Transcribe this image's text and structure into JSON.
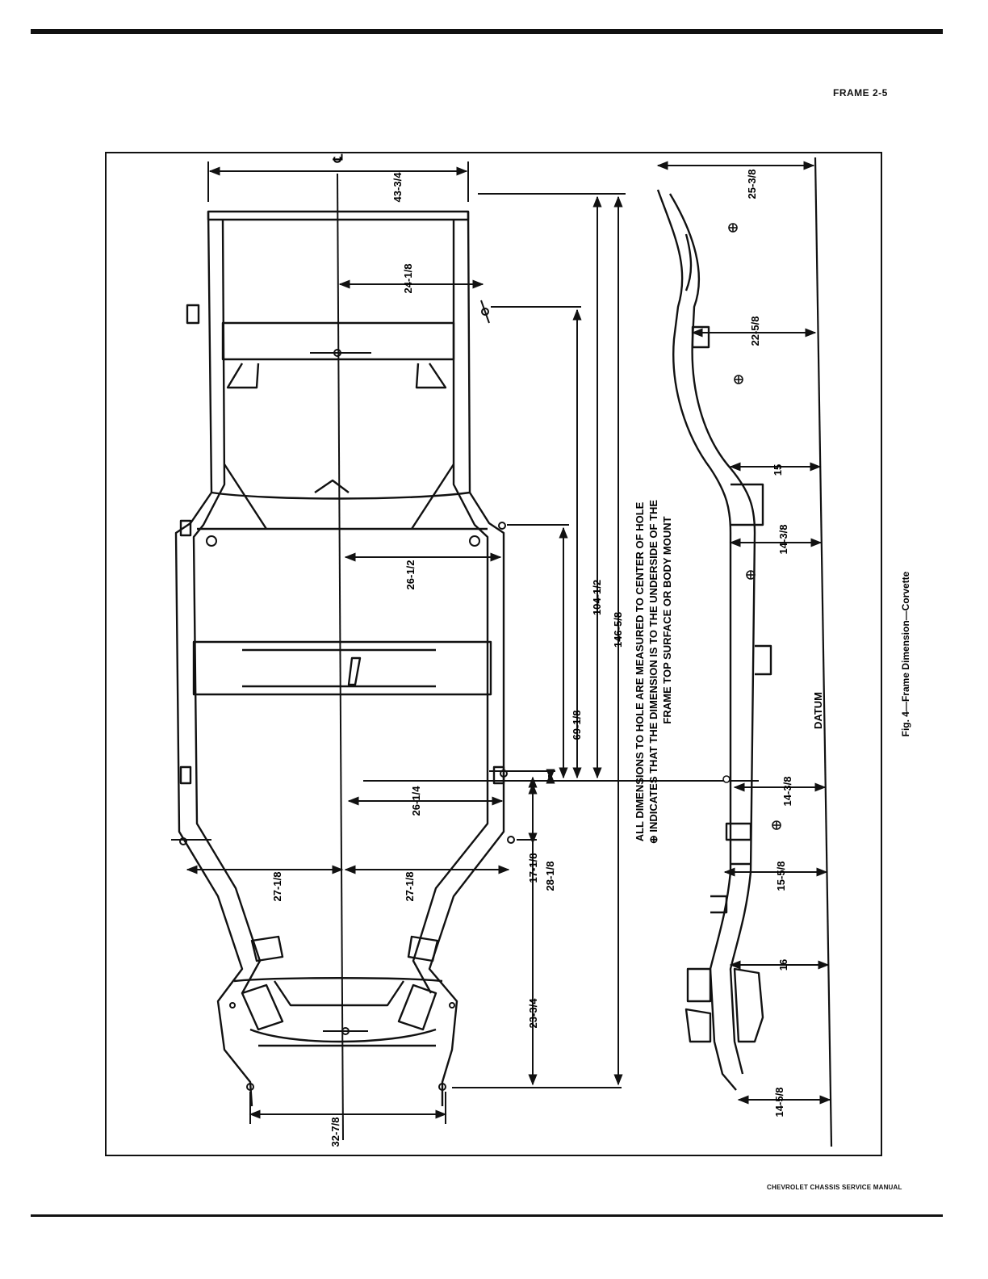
{
  "page": {
    "section_header": "FRAME 2-5",
    "footer": "CHEVROLET CHASSIS SERVICE MANUAL"
  },
  "figure": {
    "caption": "Fig. 4—Frame Dimension—Corvette",
    "centerline_symbol": "℄",
    "datum_label": "DATUM",
    "notes": [
      "ALL DIMENSIONS TO HOLE ARE MEASURED TO CENTER OF HOLE",
      "⊕ INDICATES THAT THE DIMENSION IS TO THE UNDERSIDE OF THE",
      "FRAME TOP SURFACE OR BODY MOUNT"
    ],
    "plan_view_dimensions": {
      "overall_width": "43-3/4",
      "half_width_rear": "24-1/8",
      "half_width_kickup": "26-1/2",
      "half_width_mid": "26-1/4",
      "left_half_width_front": "27-1/8",
      "right_half_width_front": "27-1/8",
      "front_width": "32-7/8",
      "front_length": "23-3/4",
      "length_17": "17-1/8",
      "length_28": "28-1/8",
      "length_69": "69-1/8",
      "length_104": "104-1/2",
      "length_146": "146-5/8"
    },
    "side_view_dimensions": {
      "rear_height": "25-3/8",
      "rear_mount_height": "22-5/8",
      "kickup_height": "15",
      "kickup_mount_height": "14-3/8",
      "mid_height": "14-3/8",
      "front_mount_height": "15-5/8",
      "front_height": "16",
      "front_end_height": "14-5/8"
    }
  }
}
